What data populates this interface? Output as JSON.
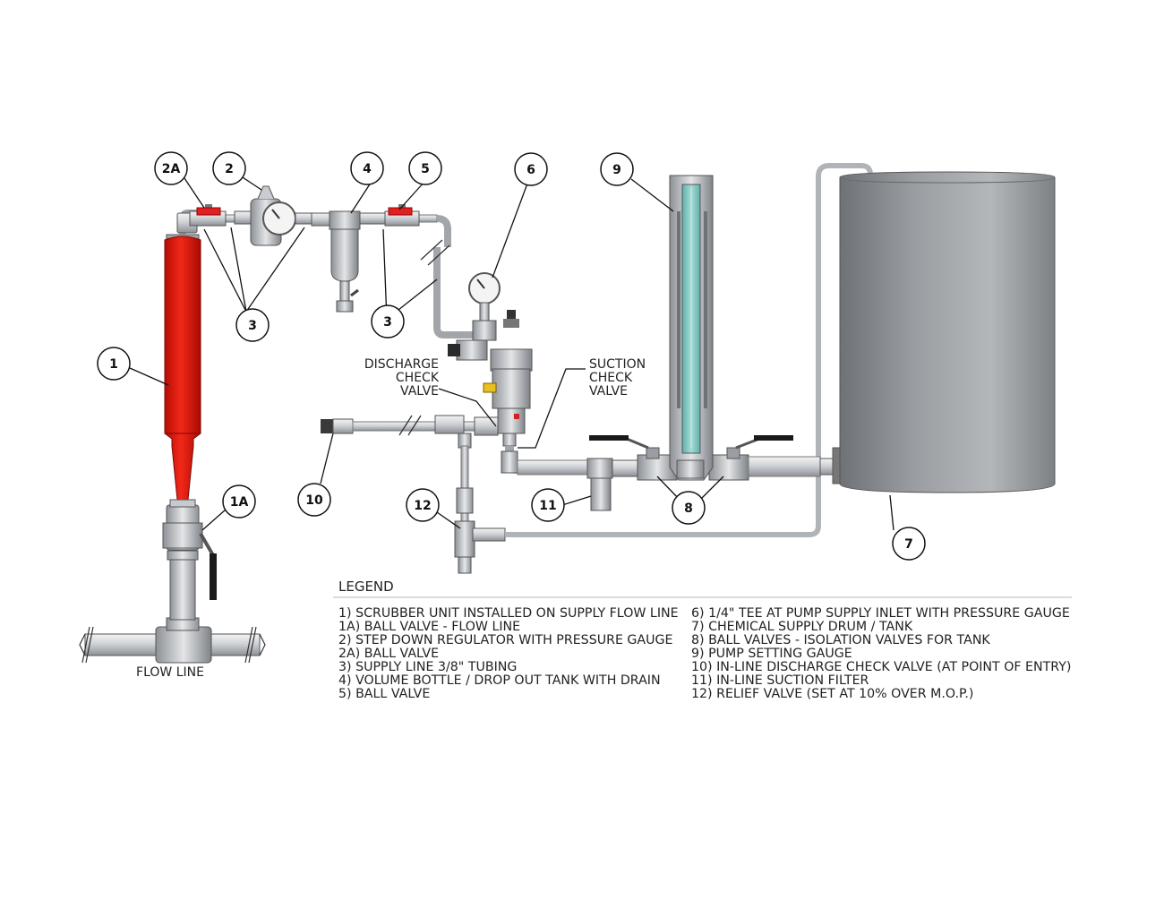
{
  "diagram": {
    "balloons": [
      {
        "id": "1",
        "label": "1"
      },
      {
        "id": "1A",
        "label": "1A"
      },
      {
        "id": "2",
        "label": "2"
      },
      {
        "id": "2A",
        "label": "2A"
      },
      {
        "id": "3a",
        "label": "3"
      },
      {
        "id": "3b",
        "label": "3"
      },
      {
        "id": "4",
        "label": "4"
      },
      {
        "id": "5",
        "label": "5"
      },
      {
        "id": "6",
        "label": "6"
      },
      {
        "id": "7",
        "label": "7"
      },
      {
        "id": "8",
        "label": "8"
      },
      {
        "id": "9",
        "label": "9"
      },
      {
        "id": "10",
        "label": "10"
      },
      {
        "id": "11",
        "label": "11"
      },
      {
        "id": "12",
        "label": "12"
      }
    ],
    "notes": {
      "discharge_check_valve": [
        "DISCHARGE",
        "CHECK",
        "VALVE"
      ],
      "suction_check_valve": [
        "SUCTION",
        "CHECK",
        "VALVE"
      ],
      "flow_line": "FLOW LINE"
    },
    "colors": {
      "scrubber": "#e3170a",
      "valve_handle": "#e02020",
      "pipe": "#c9ccd0",
      "tank": "#8f9296",
      "gauge_fluid": "#7ec7c2"
    }
  },
  "legend": {
    "title": "LEGEND",
    "left": [
      "1)    SCRUBBER UNIT INSTALLED ON SUPPLY FLOW LINE",
      "1A) BALL VALVE - FLOW LINE",
      "2)    STEP DOWN REGULATOR WITH PRESSURE GAUGE",
      "2A) BALL VALVE",
      "3)    SUPPLY LINE 3/8\" TUBING",
      "4)    VOLUME BOTTLE / DROP OUT TANK WITH DRAIN",
      "5)    BALL VALVE"
    ],
    "right": [
      "6)    1/4\" TEE AT PUMP SUPPLY INLET WITH PRESSURE GAUGE",
      "7)    CHEMICAL SUPPLY DRUM / TANK",
      "8)    BALL VALVES - ISOLATION VALVES FOR TANK",
      "9)    PUMP SETTING GAUGE",
      "10) IN-LINE DISCHARGE CHECK VALVE (AT POINT OF ENTRY)",
      "11) IN-LINE SUCTION FILTER",
      "12) RELIEF VALVE (SET AT 10% OVER M.O.P.)"
    ]
  }
}
